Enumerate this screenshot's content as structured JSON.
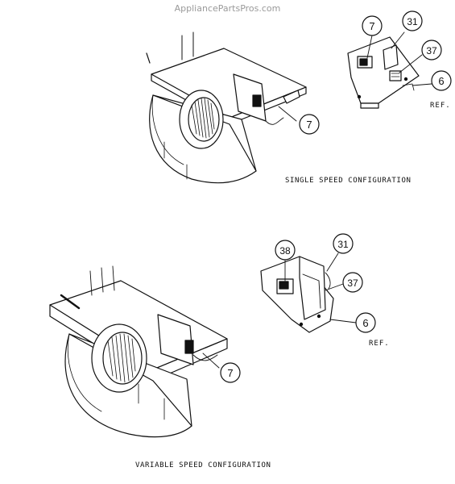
{
  "watermark": "AppliancePartsPros.com",
  "captions": {
    "single": "SINGLE SPEED CONFIGURATION",
    "variable": "VARIABLE SPEED CONFIGURATION"
  },
  "ref_label": "REF.",
  "callouts": {
    "single_blower_motor": "7",
    "single_detail_7": "7",
    "single_detail_31": "31",
    "single_detail_37": "37",
    "single_detail_6": "6",
    "variable_detail_38": "38",
    "variable_detail_31": "31",
    "variable_detail_37": "37",
    "variable_detail_6": "6",
    "variable_blower_motor": "7"
  }
}
